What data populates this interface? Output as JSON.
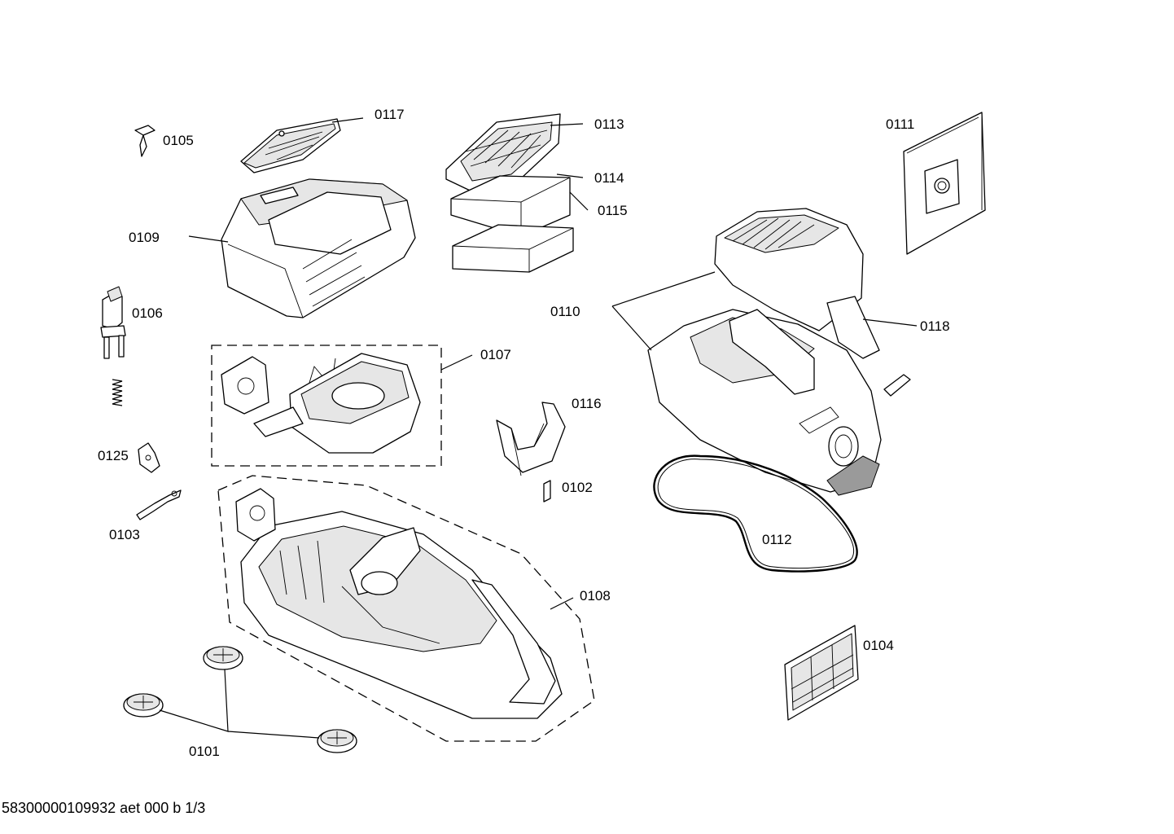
{
  "labels": {
    "p0101": "0101",
    "p0102": "0102",
    "p0103": "0103",
    "p0104": "0104",
    "p0105": "0105",
    "p0106": "0106",
    "p0107": "0107",
    "p0108": "0108",
    "p0109": "0109",
    "p0110": "0110",
    "p0111": "0111",
    "p0112": "0112",
    "p0113": "0113",
    "p0114": "0114",
    "p0115": "0115",
    "p0116": "0116",
    "p0117": "0117",
    "p0118": "0118",
    "p0125": "0125"
  },
  "footer": "58300000109932 aet 000 b 1/3"
}
